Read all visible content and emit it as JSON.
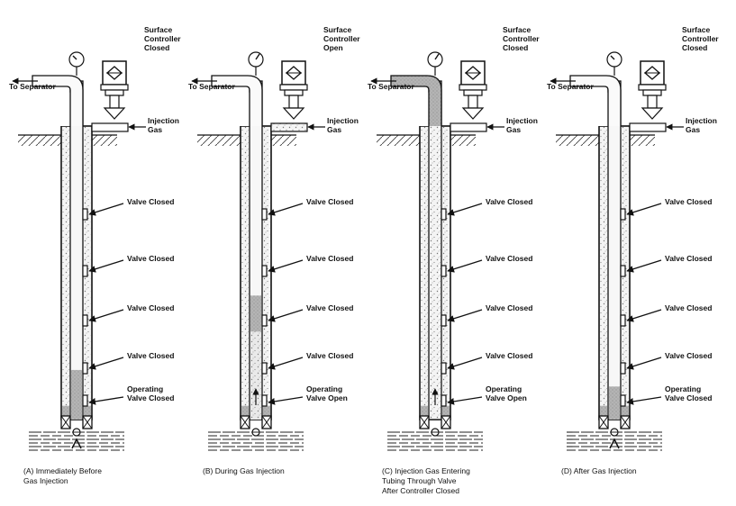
{
  "panels": [
    {
      "id": "A",
      "surface_controller": [
        "Surface",
        "Controller",
        "Closed"
      ],
      "to_separator": "To Separator",
      "injection_gas": [
        "Injection",
        "Gas"
      ],
      "valves": [
        "Valve Closed",
        "Valve Closed",
        "Valve Closed",
        "Valve Closed"
      ],
      "operating_valve": [
        "Operating",
        "Valve Closed"
      ],
      "caption": [
        "(A) Immediately Before",
        "Gas Injection"
      ],
      "tubing_liquid_level": 0.82,
      "annulus_liquid_level": 0.95,
      "gauge": "low"
    },
    {
      "id": "B",
      "surface_controller": [
        "Surface",
        "Controller",
        "Open"
      ],
      "to_separator": "To Separator",
      "injection_gas": [
        "Injection",
        "Gas"
      ],
      "valves": [
        "Valve Closed",
        "Valve Closed",
        "Valve Closed",
        "Valve Closed"
      ],
      "operating_valve": [
        "Operating",
        "Valve Open"
      ],
      "caption": [
        "(B) During Gas Injection"
      ],
      "tubing_liquid_level": 0.55,
      "annulus_liquid_level": 0.95,
      "gauge": "high"
    },
    {
      "id": "C",
      "surface_controller": [
        "Surface",
        "Controller",
        "Closed"
      ],
      "to_separator": "To Separator",
      "injection_gas": [
        "Injection",
        "Gas"
      ],
      "valves": [
        "Valve Closed",
        "Valve Closed",
        "Valve Closed",
        "Valve Closed"
      ],
      "operating_valve": [
        "Operating",
        "Valve Open"
      ],
      "caption": [
        "(C) Injection Gas Entering",
        "Tubing Through Valve",
        "After Controller Closed"
      ],
      "tubing_liquid_level": 0.0,
      "annulus_liquid_level": 0.95,
      "gauge": "high"
    },
    {
      "id": "D",
      "surface_controller": [
        "Surface",
        "Controller",
        "Closed"
      ],
      "to_separator": "To Separator",
      "injection_gas": [
        "Injection",
        "Gas"
      ],
      "valves": [
        "Valve Closed",
        "Valve Closed",
        "Valve Closed",
        "Valve Closed"
      ],
      "operating_valve": [
        "Operating",
        "Valve Closed"
      ],
      "caption": [
        "(D) After Gas Injection"
      ],
      "tubing_liquid_level": 0.88,
      "annulus_liquid_level": 0.95,
      "gauge": "low"
    }
  ]
}
